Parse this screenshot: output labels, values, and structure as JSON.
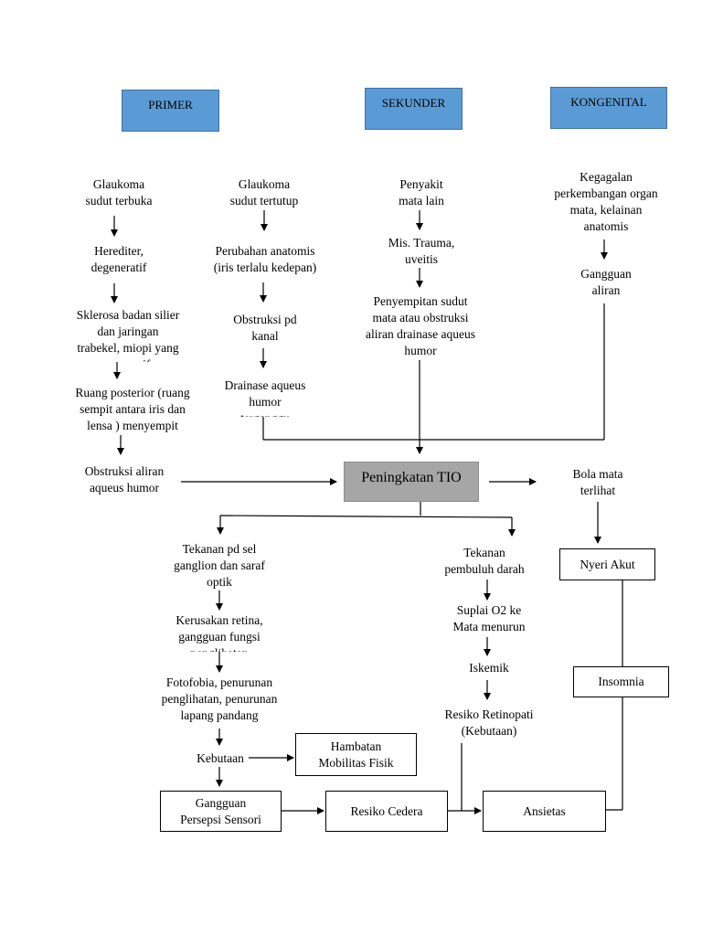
{
  "headers": {
    "primer": "PRIMER",
    "sekunder": "SEKUNDER",
    "kongenital": "KONGENITAL"
  },
  "primer_open": {
    "n1": "Glaukoma\nsudut terbuka",
    "n2": "Herediter,\ndegeneratif",
    "n3": "Sklerosa badan silier\ndan jaringan\ntrabekel, miopi yang\nprogresif",
    "n4": "Ruang posterior (ruang\nsempit antara iris dan\nlensa ) menyempit",
    "n5": "Obstruksi aliran\naqueus humor"
  },
  "primer_closed": {
    "n1": "Glaukoma\nsudut tertutup",
    "n2": "Perubahan anatomis\n(iris terlalu kedepan)",
    "n3": "Obstruksi pd\nkanal",
    "n4": "Drainase aqueus\nhumor\nterganggu"
  },
  "sekunder": {
    "n1": "Penyakit\nmata lain",
    "n2": "Mis. Trauma,\nuveitis",
    "n3": "Penyempitan sudut\nmata atau obstruksi\naliran drainase aqueus\nhumor"
  },
  "kongenital": {
    "n1": "Kegagalan\nperkembangan organ\nmata, kelainan\nanatomis",
    "n2": "Gangguan\naliran"
  },
  "center": {
    "tio": "Peningkatan TIO",
    "bola": "Bola mata\nterlihat"
  },
  "left_branch": {
    "n1": "Tekanan pd sel\nganglion dan saraf\noptik",
    "n2": "Kerusakan retina,\ngangguan fungsi\npenglihatan",
    "n3": "Fotofobia, penurunan\npenglihatan, penurunan\nlapang pandang",
    "n4": "Kebutaan"
  },
  "right_branch": {
    "n1": "Tekanan\npembuluh darah",
    "n2": "Suplai O2 ke\nMata menurun",
    "n3": "Iskemik",
    "n4": "Resiko Retinopati\n(Kebutaan)"
  },
  "boxes": {
    "nyeri": "Nyeri Akut",
    "insomnia": "Insomnia",
    "hambatan": "Hambatan\nMobilitas Fisik",
    "gangguan": "Gangguan\nPersepsi Sensori",
    "cedera": "Resiko Cedera",
    "ansietas": "Ansietas"
  }
}
